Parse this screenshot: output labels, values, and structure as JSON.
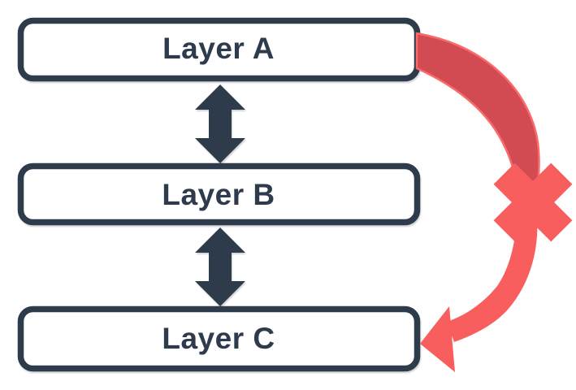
{
  "diagram": {
    "nodes": [
      {
        "id": "layer-a",
        "label": "Layer A"
      },
      {
        "id": "layer-b",
        "label": "Layer B"
      },
      {
        "id": "layer-c",
        "label": "Layer C"
      }
    ],
    "connections": [
      {
        "from": "Layer A",
        "to": "Layer B",
        "style": "double-headed-vertical-arrow",
        "blocked": false
      },
      {
        "from": "Layer B",
        "to": "Layer C",
        "style": "double-headed-vertical-arrow",
        "blocked": false
      },
      {
        "from": "Layer A",
        "to": "Layer C",
        "style": "curved-side-arrow",
        "blocked": true
      }
    ],
    "colors": {
      "background": "#ffffff",
      "node_fill": "#ffffff",
      "node_border": "#2d3b4c",
      "label_text": "#2d3b4c",
      "vertical_arrow": "#2d3b4c",
      "curved_arrow_fill": "#d24b52",
      "curved_arrow_edge": "#fa6a6a",
      "blocked_x": "#f95e5e"
    }
  }
}
